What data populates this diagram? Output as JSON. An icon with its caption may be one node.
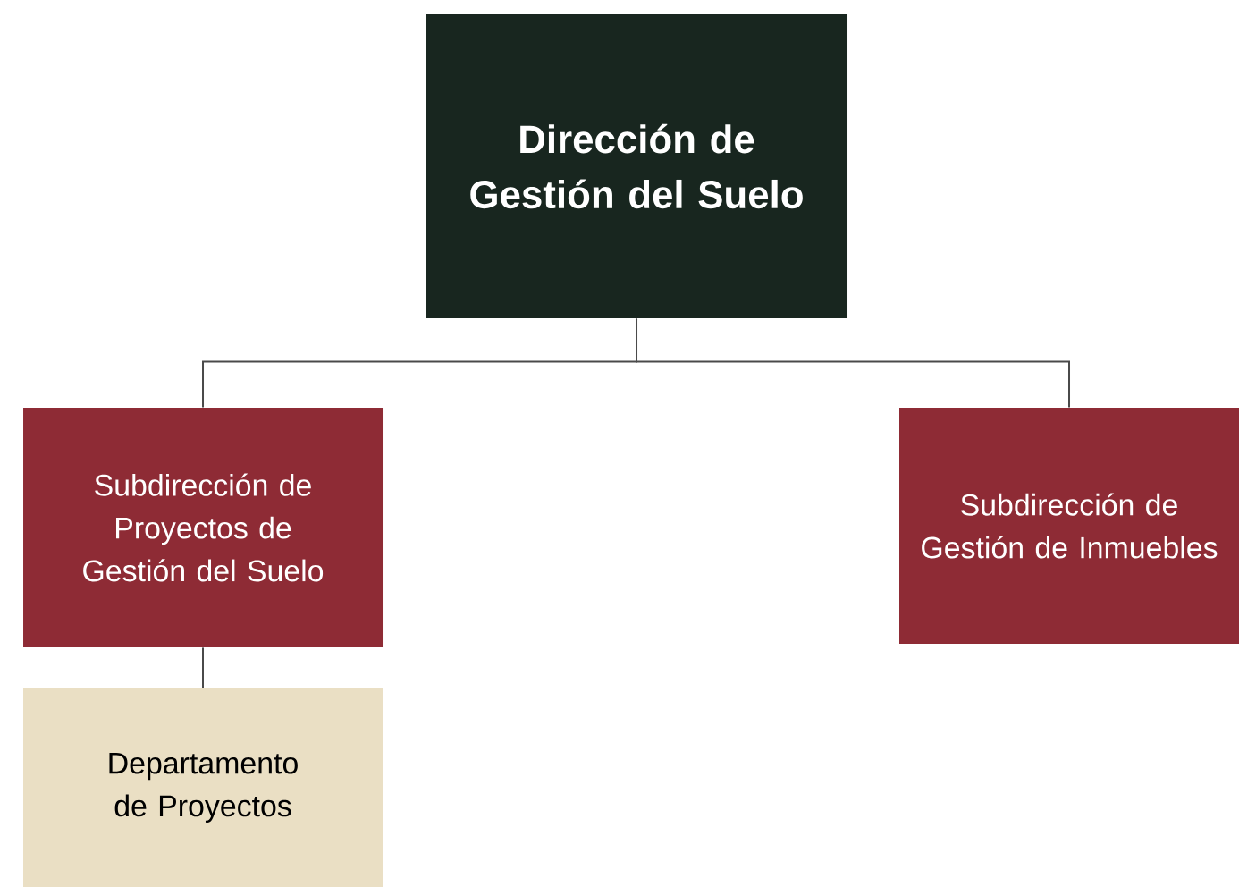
{
  "diagram": {
    "nodes": [
      {
        "text": [
          "Dirección de Gestión del Suelo"
        ]
      },
      {
        "text": [
          "Subdirección de Proyectos de Gestión del Suelo"
        ]
      },
      {
        "text": [
          "Subdirección de Gestión de Inmuebles"
        ]
      },
      {
        "text": [
          "Departamento de Proyectos"
        ]
      }
    ],
    "edges": [
      {
        "from": 0,
        "to": 1,
        "arrow": "none"
      },
      {
        "from": 0,
        "to": 2,
        "arrow": "none"
      },
      {
        "from": 1,
        "to": 3,
        "arrow": "none"
      }
    ]
  }
}
